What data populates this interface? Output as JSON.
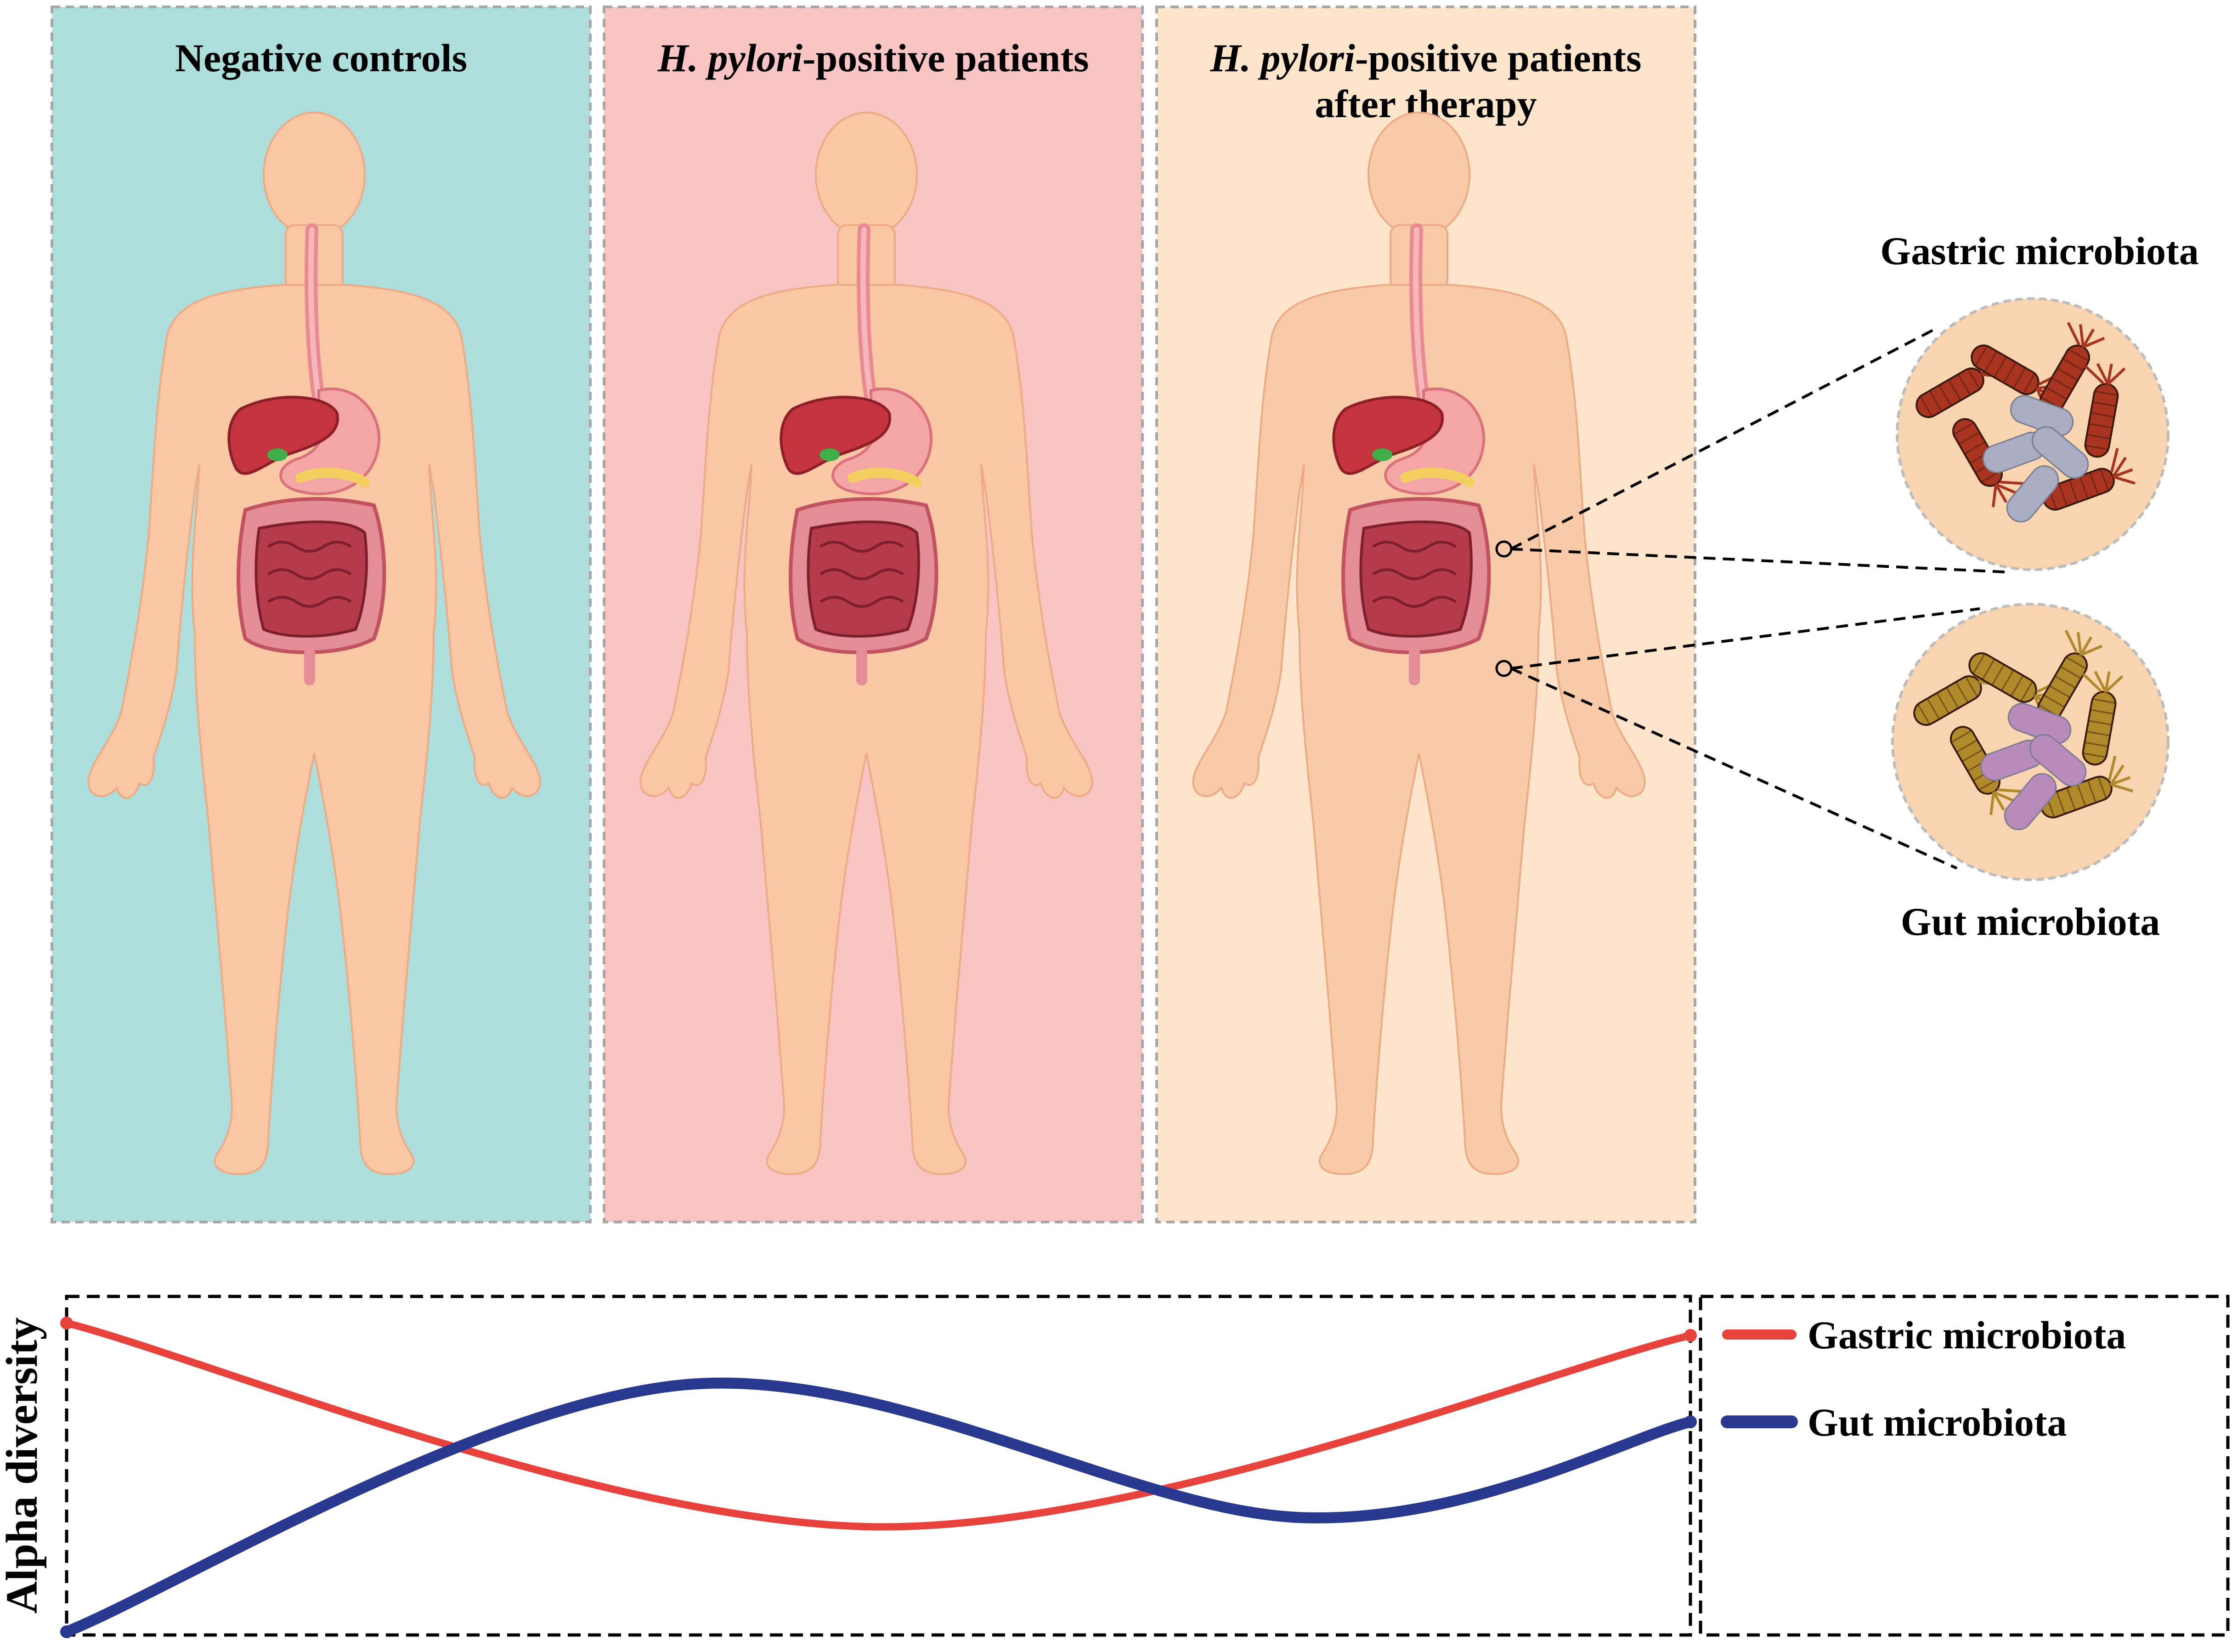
{
  "panels": [
    {
      "title_lines": [
        {
          "italic": "",
          "rest": "Negative controls"
        }
      ],
      "bg": "#acdfdb"
    },
    {
      "title_lines": [
        {
          "italic": "H. pylori",
          "rest": "-positive patients"
        }
      ],
      "bg": "#f8c4c4"
    },
    {
      "title_lines": [
        {
          "italic": "H. pylori",
          "rest": "-positive patients"
        },
        {
          "italic": "",
          "rest": "after therapy"
        }
      ],
      "bg": "#fde5cc"
    }
  ],
  "callouts": {
    "gastric_label": "Gastric microbiota",
    "gut_label": "Gut microbiota"
  },
  "chart_data": {
    "type": "line",
    "ylabel": "Alpha diversity",
    "xlabel": "",
    "series": [
      {
        "name": "Gastric microbiota",
        "color": "#e8423c",
        "points": [
          [
            0,
            1.0
          ],
          [
            0.5,
            0.34
          ],
          [
            1.0,
            0.96
          ]
        ]
      },
      {
        "name": "Gut microbiota",
        "color": "#29398f",
        "points": [
          [
            0,
            0.0
          ],
          [
            0.38,
            0.8
          ],
          [
            0.76,
            0.37
          ],
          [
            1.0,
            0.68
          ]
        ]
      }
    ],
    "legend_position": "right",
    "grid": false
  },
  "colors": {
    "skin": "#f9c7a4",
    "liver": "#c4343e",
    "intestine": "#b53a4a",
    "stomach": "#f4a6a6",
    "gastric_bacteria": "#a8341f",
    "gut_bacteria": "#b08a2a",
    "coccoid_gray": "#a9adc4",
    "coccoid_purple": "#b98bbd"
  }
}
